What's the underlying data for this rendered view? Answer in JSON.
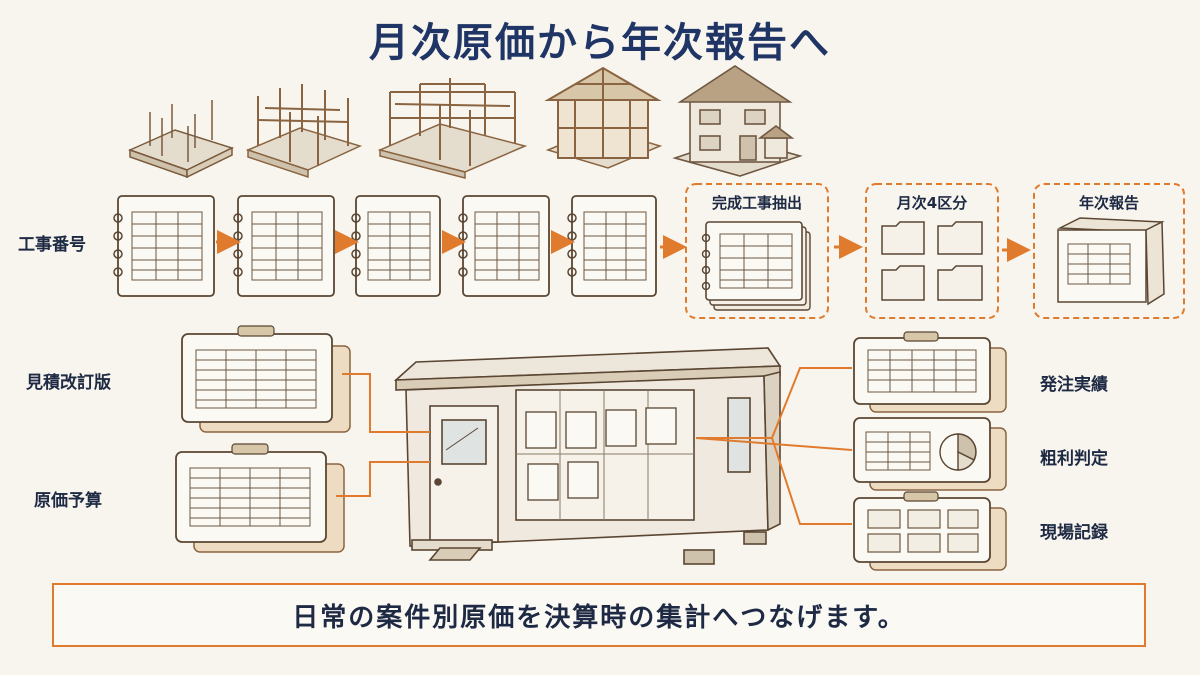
{
  "title": "月次原価から年次報告へ",
  "row_label": "工事番号",
  "steps": {
    "extract": "完成工事抽出",
    "monthly": "月次4区分",
    "annual": "年次報告"
  },
  "left_labels": [
    "見積改訂版",
    "原価予算"
  ],
  "right_labels": [
    "発注実績",
    "粗利判定",
    "現場記録"
  ],
  "footer": "日常の案件別原価を決算時の集計へつなげます。",
  "colors": {
    "accent": "#e07b2e",
    "title": "#1f3566",
    "sketch": "#7a5a3c",
    "paper": "#fbf9f4"
  },
  "icons": {
    "stages": [
      "foundation-icon",
      "frame-icon",
      "structure-icon",
      "roof-frame-icon",
      "house-icon"
    ],
    "building": "site-office-icon"
  }
}
